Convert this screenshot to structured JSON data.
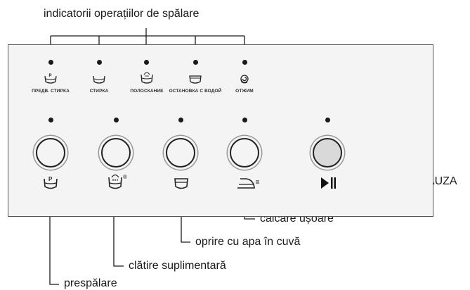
{
  "callouts": {
    "indicators_title": "indicatorii operațiilor de spălare",
    "start_pause": "START/PAUZA",
    "easy_iron": "călcare ușoare",
    "rinse_hold": "oprire cu apa în cuvă",
    "extra_rinse": "clătire suplimentară",
    "prewash": "prespălare"
  },
  "indicators": [
    {
      "label": "ПРЕДВ. СТИРКА",
      "icon": "prewash-tub-icon"
    },
    {
      "label": "СТИРКА",
      "icon": "wash-tub-icon"
    },
    {
      "label": "ПОЛОСКАНИЕ",
      "icon": "rinse-tub-icon"
    },
    {
      "label": "ОСТАНОВКА С ВОДОЙ",
      "icon": "rinse-hold-tub-icon"
    },
    {
      "label": "ОТЖИМ",
      "icon": "spin-spiral-icon"
    }
  ],
  "buttons": [
    {
      "name": "prewash-button",
      "icon": "prewash-tub-icon",
      "icon_text": "P"
    },
    {
      "name": "extra-rinse-button",
      "icon": "extra-rinse-tub-icon",
      "icon_text": "®"
    },
    {
      "name": "rinse-hold-button",
      "icon": "rinse-hold-tub-icon"
    },
    {
      "name": "easy-iron-button",
      "icon": "iron-icon"
    },
    {
      "name": "start-pause-button",
      "icon": "play-pause-icon"
    }
  ],
  "prewash_icon_text": "P",
  "colors": {
    "panel": "#f4f4f4",
    "ink": "#1a1a1a",
    "border": "#555555"
  }
}
